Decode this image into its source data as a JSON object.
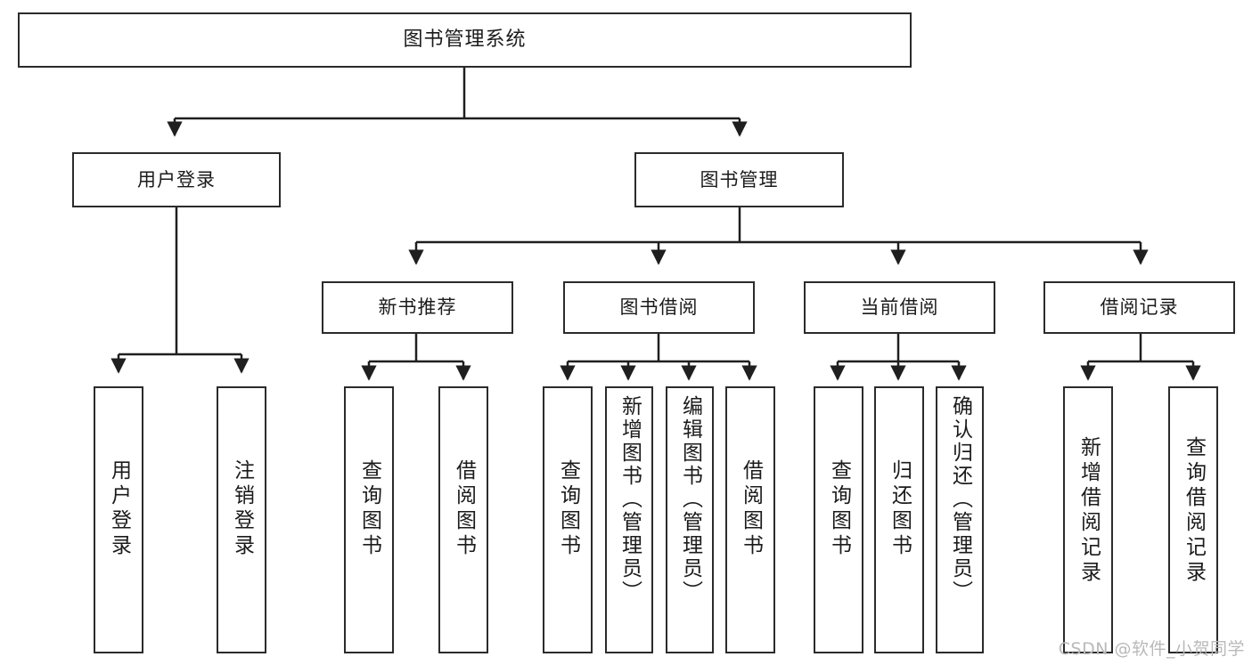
{
  "diagram": {
    "title": "图书管理系统",
    "type": "tree",
    "watermark": "CSDN @软件_小贺同学",
    "colors": {
      "box_border": "#2b2b2b",
      "box_fill": "#ffffff",
      "edge": "#1f1f1f",
      "watermark": "#b9b9b9",
      "background": "#ffffff"
    },
    "nodes": {
      "root": {
        "label": "图书管理系统"
      },
      "level2": [
        {
          "id": "user-login",
          "label": "用户登录"
        },
        {
          "id": "book-manage",
          "label": "图书管理"
        }
      ],
      "level3": [
        {
          "id": "new-book-rec",
          "label": "新书推荐"
        },
        {
          "id": "book-borrow",
          "label": "图书借阅"
        },
        {
          "id": "current-borrow",
          "label": "当前借阅"
        },
        {
          "id": "borrow-record",
          "label": "借阅记录"
        }
      ],
      "leaves": {
        "user-login": [
          {
            "id": "leaf-user-login",
            "label": "用户登录"
          },
          {
            "id": "leaf-logout-login",
            "label": "注销登录"
          }
        ],
        "new-book-rec": [
          {
            "id": "leaf-query-book-1",
            "label": "查询图书"
          },
          {
            "id": "leaf-borrow-book-1",
            "label": "借阅图书"
          }
        ],
        "book-borrow": [
          {
            "id": "leaf-query-book-2",
            "label": "查询图书"
          },
          {
            "id": "leaf-add-book",
            "label": "新增图书（管理员）"
          },
          {
            "id": "leaf-edit-book",
            "label": "编辑图书（管理员）"
          },
          {
            "id": "leaf-borrow-book-2",
            "label": "借阅图书"
          }
        ],
        "current-borrow": [
          {
            "id": "leaf-query-book-3",
            "label": "查询图书"
          },
          {
            "id": "leaf-return-book",
            "label": "归还图书"
          },
          {
            "id": "leaf-confirm-return",
            "label": "确认归还（管理员）"
          }
        ],
        "borrow-record": [
          {
            "id": "leaf-add-record",
            "label": "新增借阅记录"
          },
          {
            "id": "leaf-query-record",
            "label": "查询借阅记录"
          }
        ]
      }
    }
  }
}
